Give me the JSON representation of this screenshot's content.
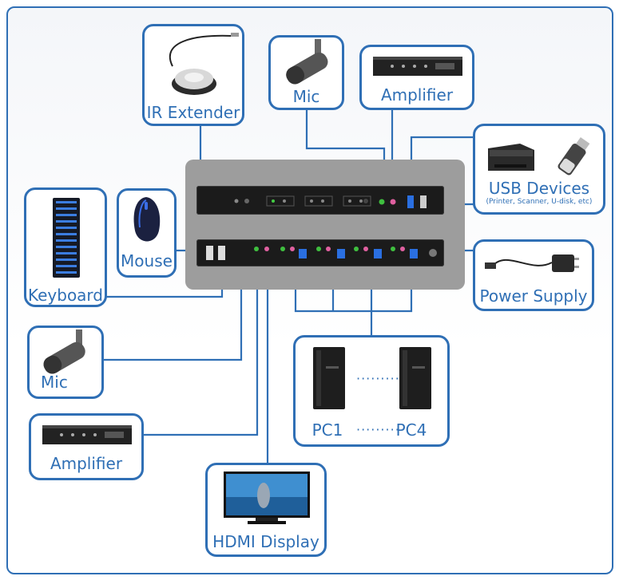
{
  "labels": {
    "ir_extender": "IR Extender",
    "mic_top": "Mic",
    "amplifier_top": "Amplifier",
    "usb_devices": "USB Devices",
    "usb_devices_sub": "(Printer, Scanner, U-disk, etc)",
    "keyboard": "Keyboard",
    "mouse": "Mouse",
    "power_supply": "Power Supply",
    "mic_left": "Mic",
    "amplifier_left": "Amplifier",
    "pc1": "PC1",
    "pc4": "PC4",
    "hdmi_display": "HDMI Display",
    "dots": "·········"
  },
  "colors": {
    "accent": "#2f6fb5",
    "wire": "#2f6fb5",
    "device_body": "#1b1b1b",
    "panel_bg": "#9d9d9d",
    "usb3_port": "#2a6fe0",
    "audio_green": "#3fbf3f",
    "audio_pink": "#e060a0"
  },
  "icons": {
    "ir": "ir-receiver-icon",
    "mic": "microphone-icon",
    "amplifier": "amplifier-icon",
    "printer": "printer-icon",
    "usb_drive": "usb-drive-icon",
    "keyboard": "keyboard-icon",
    "mouse": "mouse-icon",
    "power": "power-adapter-icon",
    "pc": "desktop-tower-icon",
    "display": "monitor-icon"
  }
}
